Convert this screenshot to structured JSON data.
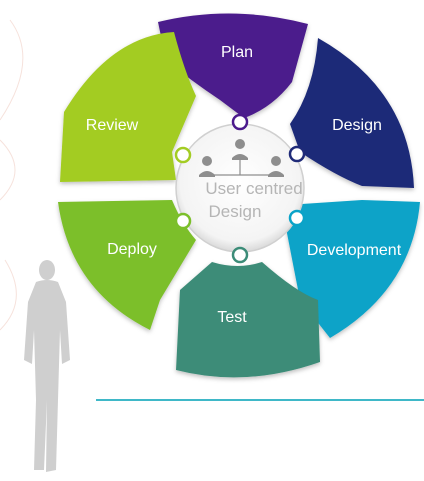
{
  "diagram": {
    "segments": [
      {
        "id": "plan",
        "label": "Plan",
        "color": "#4b1a8c"
      },
      {
        "id": "design",
        "label": "Design",
        "color": "#1f2a78"
      },
      {
        "id": "development",
        "label": "Development",
        "color": "#0aa3c8"
      },
      {
        "id": "test",
        "label": "Test",
        "color": "#3c8c78"
      },
      {
        "id": "deploy",
        "label": "Deploy",
        "color": "#7bbf2a"
      },
      {
        "id": "review",
        "label": "Review",
        "color": "#a3cc23"
      }
    ],
    "center": {
      "line1": "User centred",
      "line2": "Design"
    },
    "connector_color": "#3fb8c8"
  }
}
